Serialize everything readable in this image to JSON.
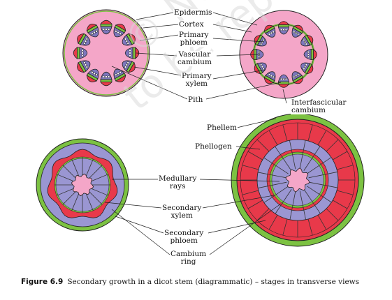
{
  "labels": {
    "epidermis": "Epidermis",
    "cortex": "Cortex",
    "primary_phloem": [
      "Primary",
      "phloem"
    ],
    "vascular_cambium": [
      "Vascular",
      "cambium"
    ],
    "primary_xylem": [
      "Primary",
      "xylem"
    ],
    "pith": "Pith",
    "interfascicular_cambium": [
      "Interfascicular",
      "cambium"
    ],
    "phellem": "Phellem",
    "phellogen": "Phellogen",
    "medullary_rays": [
      "Medullary",
      "rays"
    ],
    "secondary_xylem": [
      "Secondary",
      "xylem"
    ],
    "secondary_phloem": [
      "Secondary",
      "phloem"
    ],
    "cambium_ring": [
      "Cambium",
      "ring"
    ]
  },
  "caption": {
    "figure_number": "Figure 6.9",
    "text": "Secondary growth in a dicot stem (diagrammatic) – stages in transverse views"
  },
  "watermark": {
    "line1": "© NCERT",
    "line2": "to be republished"
  },
  "colors": {
    "epidermis": "#7cc242",
    "cortex": "#f4a6c8",
    "phloem": "#e8394a",
    "cambium": "#7cc242",
    "xylem": "#7d77bd",
    "pith": "#f4a6c8",
    "secondary_xylem": "#9a96d2",
    "secondary_phloem": "#e8394a"
  }
}
